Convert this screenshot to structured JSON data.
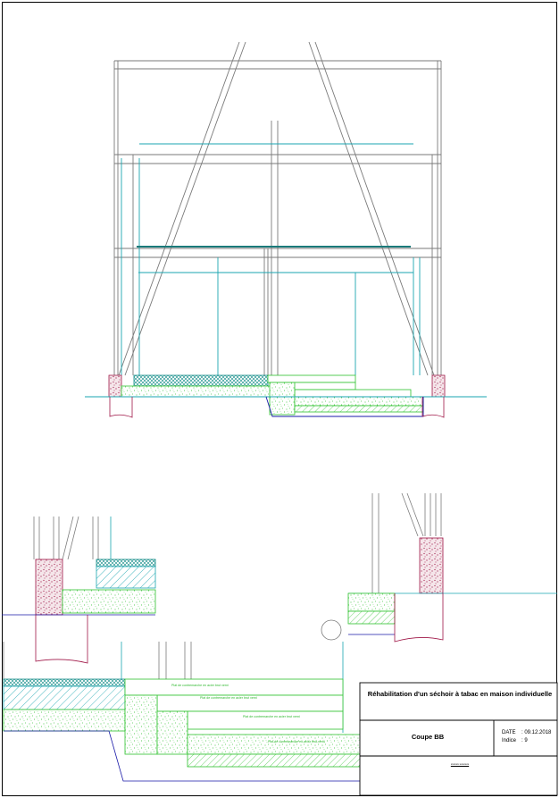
{
  "title_block": {
    "project_title": "Réhabilitation d'un séchoir à tabac en maison individuelle",
    "sheet_name": "Coupe BB",
    "date_label": "DATE",
    "date_value": ": 09.12.2018",
    "indice_label": "Indice",
    "indice_value": ": 9",
    "author": "xxxxxx xxxxxxx"
  },
  "callouts": {
    "floor_layer_1": "Plat de contremarche en acier brut verni",
    "floor_layer_2": "Plat de contremarche en acier brut verni",
    "floor_layer_3": "Plat de contremarche en acier brut verni",
    "floor_layer_4": "Plat de contremarche en acier brut verni"
  },
  "colors": {
    "structure": "#7a7a7a",
    "glazing": "#1aa6b0",
    "insulation": "#2ec22e",
    "masonry": "#a01848",
    "screed": "#0e8a86",
    "cut_line": "#1a1aa8"
  }
}
